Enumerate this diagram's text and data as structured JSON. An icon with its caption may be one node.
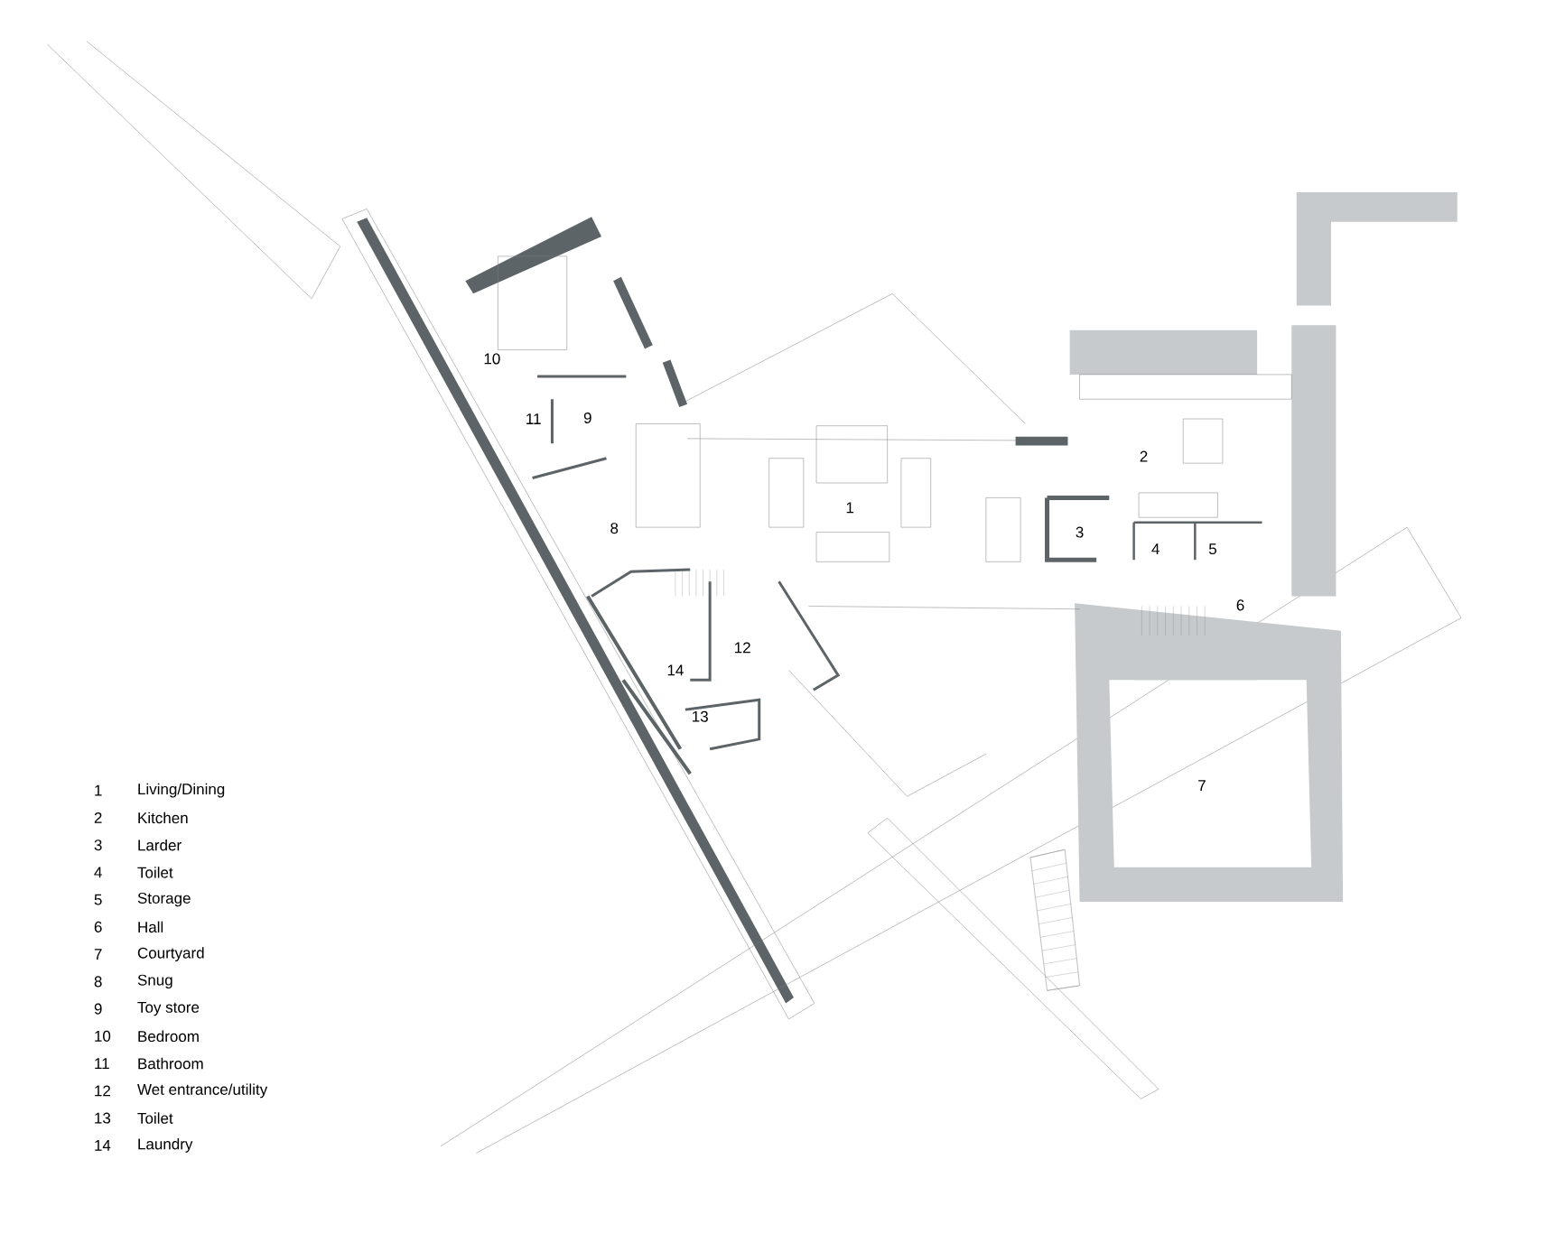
{
  "diagram": {
    "labels": [
      "10",
      "11",
      "9",
      "8",
      "1",
      "2",
      "3",
      "4",
      "5",
      "6",
      "12",
      "14",
      "13",
      "7",
      "1",
      "Living/Dining",
      "2",
      "Kitchen",
      "3",
      "Larder",
      "4",
      "Toilet",
      "5",
      "Storage",
      "6",
      "Hall",
      "7",
      "Courtyard",
      "8",
      "Snug",
      "9",
      "Toy store",
      "10",
      "Bedroom",
      "11",
      "Bathroom",
      "12",
      "Wet entrance/utility",
      "13",
      "Toilet",
      "14",
      "Laundry"
    ]
  }
}
